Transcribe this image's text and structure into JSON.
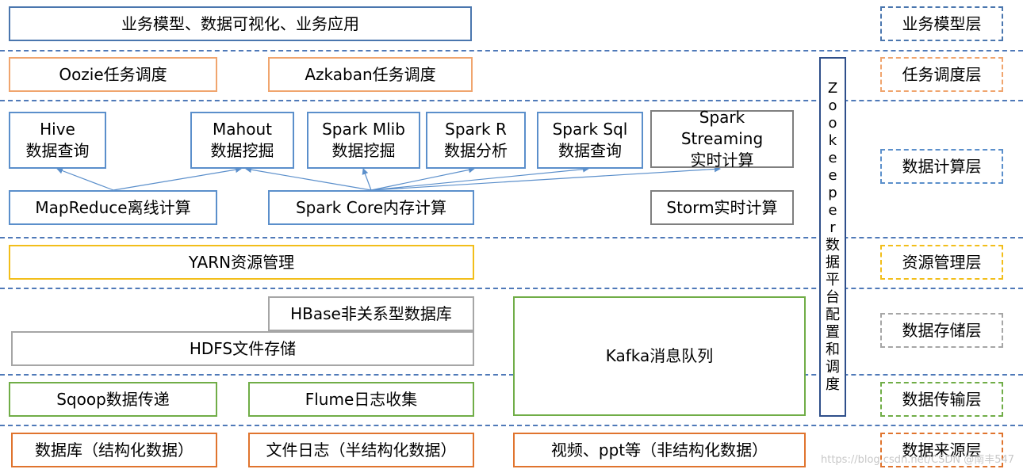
{
  "colors": {
    "separator": "#4f79b8",
    "business": "#4a76ae",
    "scheduling": "#f0a56e",
    "compute": "#5b8fcb",
    "resource": "#f2be1a",
    "storage": "#a6a6a6",
    "transport": "#70ad47",
    "source": "#e0742e",
    "zookeeper": "#2f4f8a"
  },
  "business": {
    "main": "业务模型、数据可视化、业务应用"
  },
  "scheduling": {
    "oozie": "Oozie任务调度",
    "azkaban": "Azkaban任务调度"
  },
  "compute": {
    "hive": [
      "Hive",
      "数据查询"
    ],
    "mahout": [
      "Mahout",
      "数据挖掘"
    ],
    "mlib": [
      "Spark Mlib",
      "数据挖掘"
    ],
    "sparkr": [
      "Spark R",
      "数据分析"
    ],
    "sparksql": [
      "Spark Sql",
      "数据查询"
    ],
    "streaming": [
      "Spark",
      "Streaming",
      "实时计算"
    ],
    "mapreduce": "MapReduce离线计算",
    "sparkcore": "Spark Core内存计算",
    "storm": "Storm实时计算"
  },
  "resource": {
    "yarn": "YARN资源管理"
  },
  "storage": {
    "hbase": "HBase非关系型数据库",
    "hdfs": "HDFS文件存储",
    "kafka": "Kafka消息队列"
  },
  "transport": {
    "sqoop": "Sqoop数据传递",
    "flume": "Flume日志收集"
  },
  "sources": {
    "db": "数据库（结构化数据）",
    "log": "文件日志（半结构化数据）",
    "video": "视频、ppt等（非结构化数据）"
  },
  "zookeeper": [
    "Z",
    "o",
    "o",
    "k",
    "e",
    "e",
    "p",
    "e",
    "r",
    "数",
    "据",
    "平",
    "台",
    "配",
    "置",
    "和",
    "调",
    "度"
  ],
  "layers": {
    "business": "业务模型层",
    "scheduling": "任务调度层",
    "compute": "数据计算层",
    "resource": "资源管理层",
    "storage": "数据存储层",
    "transport": "数据传输层",
    "source": "数据来源层"
  },
  "watermark": "https://blog.csdn.net/CSDN @南丰547"
}
